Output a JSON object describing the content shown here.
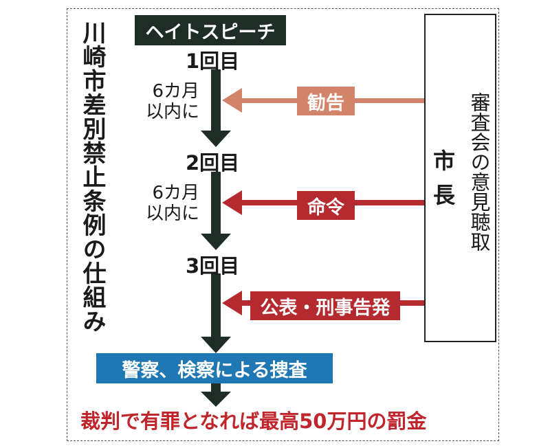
{
  "title": "川崎市差別禁止条例の仕組み",
  "start": "ヘイトスピーチ",
  "counts": [
    "1回目",
    "2回目",
    "3回目"
  ],
  "periods": [
    {
      "line1": "6カ月",
      "line2": "以内に"
    },
    {
      "line1": "6カ月",
      "line2": "以内に"
    }
  ],
  "mayor": "市長",
  "council": "審査会の意見聴取",
  "actions": [
    "勧告",
    "命令",
    "公表・刑事告発"
  ],
  "investigation": "警察、検察による捜査",
  "penalty": "裁判で有罪となれば最高50万円の罰金",
  "colors": {
    "dark": "#1f2d27",
    "light_red": "#d4836b",
    "dark_red": "#b42a2f",
    "blue": "#1f78b4",
    "penalty_red": "#c0252b"
  }
}
